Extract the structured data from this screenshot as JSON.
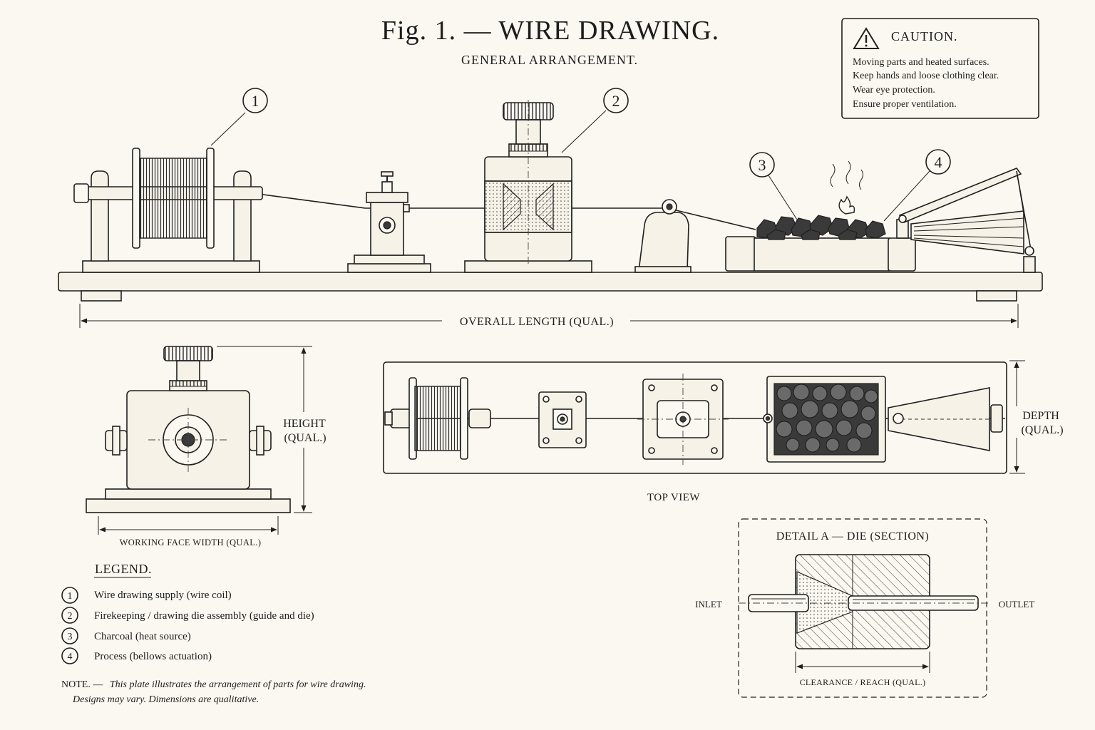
{
  "plate": {
    "title": "Fig. 1. — WIRE DRAWING.",
    "subtitle": "GENERAL ARRANGEMENT."
  },
  "caution": {
    "heading": "CAUTION.",
    "lines": [
      "Moving parts and heated surfaces.",
      "Keep hands and loose clothing clear.",
      "Wear eye protection.",
      "Ensure proper ventilation."
    ],
    "icon": "warning-triangle-icon"
  },
  "callouts": [
    "1",
    "2",
    "3",
    "4"
  ],
  "dimensions": {
    "overall_length": "OVERALL LENGTH (QUAL.)",
    "height_line1": "HEIGHT",
    "height_line2": "(QUAL.)",
    "working_face": "WORKING FACE WIDTH (QUAL.)",
    "depth_line1": "DEPTH",
    "depth_line2": "(QUAL.)"
  },
  "top_view": {
    "label": "TOP VIEW"
  },
  "detail": {
    "title": "DETAIL A — DIE (SECTION)",
    "inlet": "INLET",
    "outlet": "OUTLET",
    "clearance": "CLEARANCE / REACH (QUAL.)"
  },
  "legend": {
    "heading": "LEGEND.",
    "items": [
      {
        "num": "1",
        "text": "Wire drawing supply (wire coil)"
      },
      {
        "num": "2",
        "text": "Firekeeping / drawing die assembly (guide and die)"
      },
      {
        "num": "3",
        "text": "Charcoal (heat source)"
      },
      {
        "num": "4",
        "text": "Process (bellows actuation)"
      }
    ]
  },
  "note": {
    "lead": "NOTE. —",
    "line1": "This plate illustrates the arrangement of parts for wire drawing.",
    "line2": "Designs may vary. Dimensions are qualitative."
  }
}
